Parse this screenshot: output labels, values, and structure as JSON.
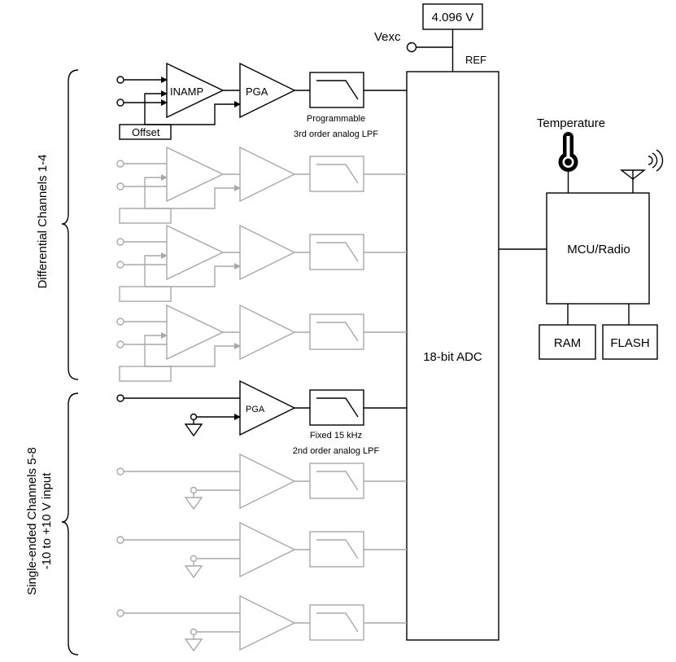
{
  "reference": {
    "voltage_label": "4.096 V",
    "vexc_label": "Vexc",
    "ref_label": "REF"
  },
  "differential": {
    "group_label": "Differential Channels 1-4",
    "inamp_label": "INAMP",
    "pga_label": "PGA",
    "offset_label": "Offset",
    "filter_caption_line1": "Programmable",
    "filter_caption_line2": "3rd order analog LPF"
  },
  "single_ended": {
    "group_label_line1": "Single-ended Channels 5-8",
    "group_label_line2": "-10 to +10 V input",
    "pga_label": "PGA",
    "filter_caption_line1": "Fixed 15 kHz",
    "filter_caption_line2": "2nd order analog LPF"
  },
  "adc": {
    "label": "18-bit ADC"
  },
  "mcu": {
    "label": "MCU/Radio",
    "temperature_label": "Temperature",
    "ram_label": "RAM",
    "flash_label": "FLASH"
  },
  "colors": {
    "active": "#000000",
    "inactive": "#a8a8a8",
    "background": "#ffffff"
  },
  "icons": [
    "thermometer-icon",
    "antenna-icon",
    "radio-waves-icon",
    "ground-icon",
    "lowpass-filter-icon"
  ]
}
